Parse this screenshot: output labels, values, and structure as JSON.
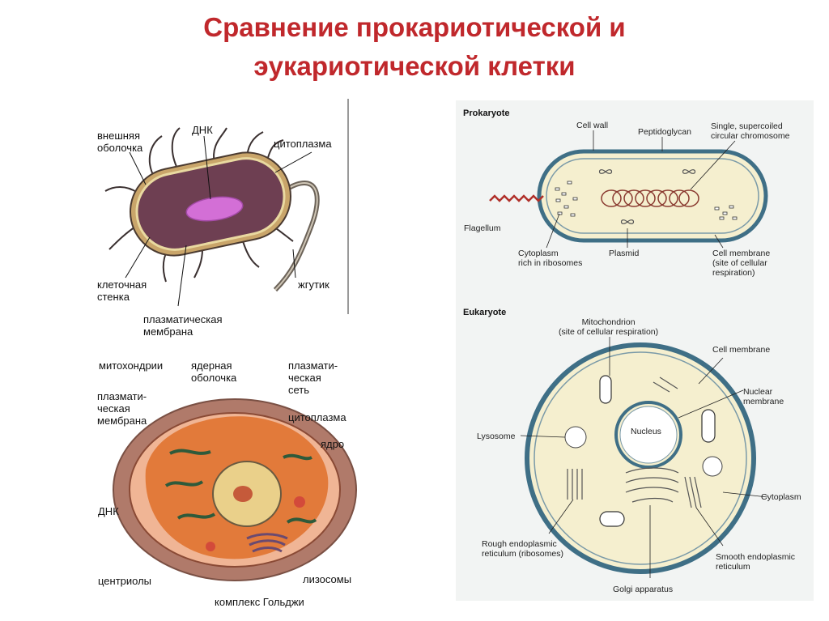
{
  "title_line1": "Сравнение прокариотической и",
  "title_line2": "эукариотической клетки",
  "bacteria": {
    "outer_shell": "внешняя\nоболочка",
    "dna": "ДНК",
    "cytoplasm": "цитоплазма",
    "cell_wall": "клеточная\nстенка",
    "flagellum": "жгутик",
    "plasma_membrane": "плазматическая\nмембрана"
  },
  "animal_cell": {
    "mitochondria": "митохондрии",
    "nuclear_envelope": "ядерная\nоболочка",
    "plasma_network": "плазмати-\nческая\nсеть",
    "plasma_membrane": "плазмати-\nческая\nмембрана",
    "cytoplasm": "цитоплазма",
    "nucleus": "ядро",
    "dna": "ДНК",
    "centrioles": "центриолы",
    "lysosomes": "лизосомы",
    "golgi": "комплекс Гольджи"
  },
  "prokaryote": {
    "heading": "Prokaryote",
    "cell_wall": "Cell wall",
    "peptidoglycan": "Peptidoglycan",
    "chromosome": "Single, supercoiled\ncircular chromosome",
    "flagellum": "Flagellum",
    "cytoplasm": "Cytoplasm\nrich in ribosomes",
    "plasmid": "Plasmid",
    "cell_membrane": "Cell membrane\n(site of cellular\nrespiration)"
  },
  "eukaryote": {
    "heading": "Eukaryote",
    "mitochondrion": "Mitochondrion\n(site of cellular respiration)",
    "cell_membrane": "Cell membrane",
    "nuclear_membrane": "Nuclear\nmembrane",
    "nucleus": "Nucleus",
    "lysosome": "Lysosome",
    "cytoplasm": "Cytoplasm",
    "rough_er": "Rough endoplasmic\nreticulum (ribosomes)",
    "smooth_er": "Smooth endoplasmic\nreticulum",
    "golgi": "Golgi apparatus"
  },
  "colors": {
    "title": "#c0282c",
    "panel_bg": "#f2f4f3",
    "cell_fill": "#f5efcf",
    "cell_border": "#3f6f86",
    "bacterium_body": "#6e3f52",
    "nucleoid": "#d36fd6",
    "animal_outer": "#b07a6a",
    "animal_cyto": "#e27a3a"
  }
}
